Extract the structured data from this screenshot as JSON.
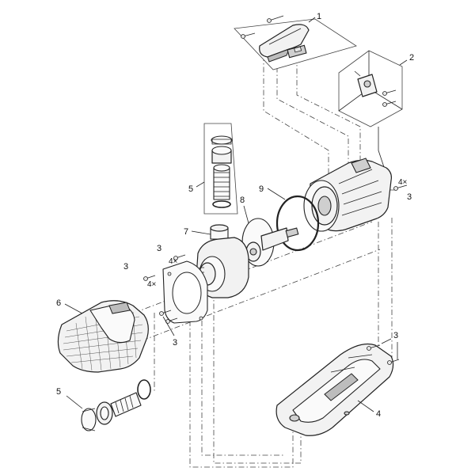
{
  "callouts": {
    "c1": "1",
    "c2": "2",
    "c3_right": "3",
    "c3_left_upper": "3",
    "c3_left_mid": "3",
    "c3_lower_mid": "3",
    "c3_base": "3",
    "c4": "4",
    "c5_upper": "5",
    "c5_lower": "5",
    "c6": "6",
    "c7": "7",
    "c8": "8",
    "c9": "9"
  },
  "quantities": {
    "q_right": "4×",
    "q_left_upper": "4×",
    "q_left_mid": "4×"
  }
}
